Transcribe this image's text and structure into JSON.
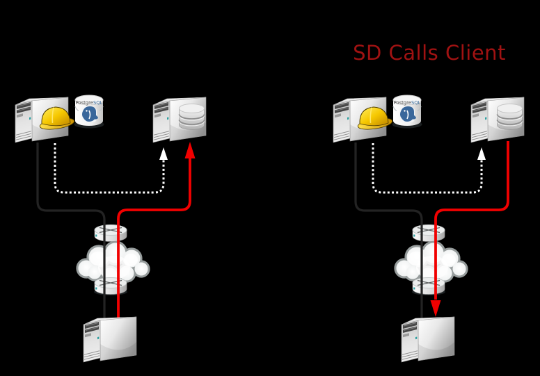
{
  "canvas": {
    "background": "#000000"
  },
  "colors": {
    "title_red": "#a01212",
    "line_black": "#232323",
    "line_red": "#f10000",
    "line_white_dashed": "#ffffff"
  },
  "postgres_icon": {
    "label_prefix": "Postgre",
    "label_suffix": "SQL"
  },
  "panels": [
    {
      "id": "left",
      "title": "",
      "nodes": [
        {
          "name": "sd-server",
          "icon": "server-hardhat-icon"
        },
        {
          "name": "postgresql-database",
          "icon": "postgresql-cylinder-icon",
          "label": "PostgreSQL"
        },
        {
          "name": "application-db-server",
          "icon": "server-database-icon"
        },
        {
          "name": "internet-cloud",
          "icon": "cloud-routers-icon"
        },
        {
          "name": "client-server",
          "icon": "server-icon"
        }
      ],
      "connections": [
        {
          "from": "sd-server",
          "to": "client-server",
          "line": "solid-black",
          "arrow": "none"
        },
        {
          "from": "sd-server",
          "to": "application-db-server",
          "line": "dashed-white",
          "arrow": "end"
        },
        {
          "from": "client-server",
          "to": "application-db-server",
          "line": "solid-red",
          "arrow": "end"
        }
      ]
    },
    {
      "id": "right",
      "title": "SD Calls Client",
      "nodes": [
        {
          "name": "sd-server",
          "icon": "server-hardhat-icon"
        },
        {
          "name": "postgresql-database",
          "icon": "postgresql-cylinder-icon",
          "label": "PostgreSQL"
        },
        {
          "name": "application-db-server",
          "icon": "server-database-icon"
        },
        {
          "name": "internet-cloud",
          "icon": "cloud-routers-icon"
        },
        {
          "name": "client-server",
          "icon": "server-icon"
        }
      ],
      "connections": [
        {
          "from": "sd-server",
          "to": "client-server",
          "line": "solid-black",
          "arrow": "none"
        },
        {
          "from": "sd-server",
          "to": "application-db-server",
          "line": "dashed-white",
          "arrow": "end"
        },
        {
          "from": "application-db-server",
          "to": "client-server",
          "line": "solid-red",
          "arrow": "end"
        }
      ]
    }
  ]
}
